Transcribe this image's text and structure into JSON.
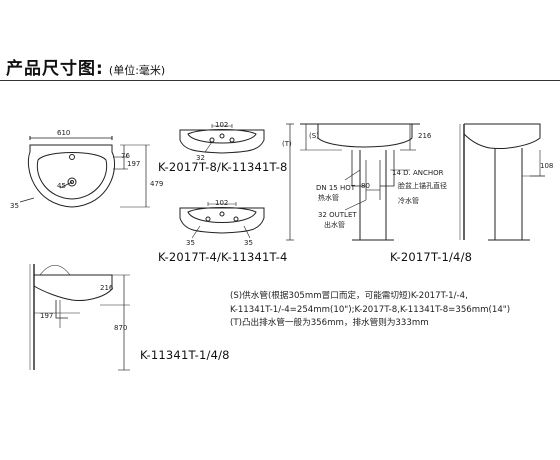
{
  "header": {
    "title": "产品尺寸图:",
    "unit": "(单位:毫米)"
  },
  "models": {
    "a": "K-2017T-8/K-11341T-8",
    "b": "K-2017T-4/K-11341T-4",
    "c": "K-2017T-1/4/8",
    "d": "K-11341T-1/4/8"
  },
  "dims": {
    "top_width": "610",
    "d76": "76",
    "d197": "197",
    "d479": "479",
    "d45": "45",
    "d35": "35",
    "d102a": "102",
    "d32a": "32",
    "d102b": "102",
    "d35b": "35",
    "d35c": "35",
    "s": "(S)",
    "t": "(T)",
    "d216": "216",
    "anchor": "14 D. ANCHOR",
    "d80": "80",
    "hot": "DN 15 HOT",
    "hot_cn": "热水管",
    "anchor_cn": "脸盆上锚孔直径",
    "cold_cn": "冷水管",
    "outlet": "32 OUTLET",
    "outlet_cn": "出水管",
    "d108": "108",
    "d216b": "216",
    "d197b": "197",
    "d870": "870"
  },
  "notes": [
    "(S)供水管(根据305mm冒口而定，可能需切短)K-2017T-1/-4,",
    "K-11341T-1/-4=254mm(10\");K-2017T-8,K-11341T-8=356mm(14\")",
    "(T)凸出排水管一般为356mm，排水管则为333mm"
  ]
}
